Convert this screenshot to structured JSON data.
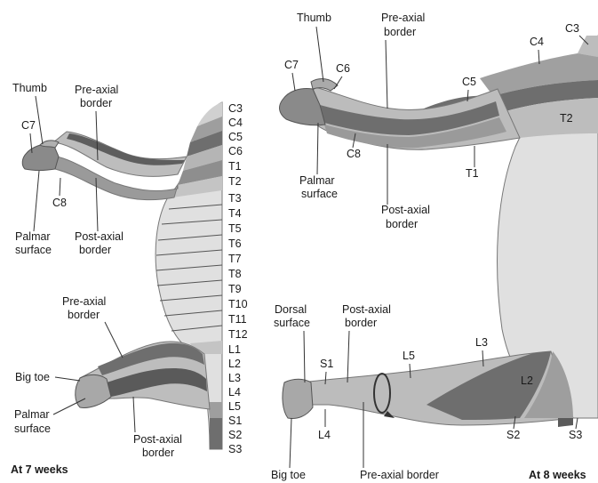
{
  "left_panel": {
    "caption": "At 7 weeks",
    "segments": [
      "C3",
      "C4",
      "C5",
      "C6",
      "T1",
      "T2",
      "T3",
      "T4",
      "T5",
      "T6",
      "T7",
      "T8",
      "T9",
      "T10",
      "T11",
      "T12",
      "L1",
      "L2",
      "L3",
      "L4",
      "L5",
      "S1",
      "S2",
      "S3"
    ],
    "labels": {
      "thumb": "Thumb",
      "c7": "C7",
      "c8": "C8",
      "pre_axial_1": "Pre-axial",
      "pre_axial_2": "border",
      "palmar_1": "Palmar",
      "palmar_2": "surface",
      "post_axial_1": "Post-axial",
      "post_axial_2": "border",
      "leg_pre_axial_1": "Pre-axial",
      "leg_pre_axial_2": "border",
      "big_toe": "Big toe",
      "leg_palmar_1": "Palmar",
      "leg_palmar_2": "surface",
      "leg_post_axial_1": "Post-axial",
      "leg_post_axial_2": "border"
    }
  },
  "right_panel": {
    "caption": "At 8 weeks",
    "labels": {
      "thumb": "Thumb",
      "pre_axial_1": "Pre-axial",
      "pre_axial_2": "border",
      "c3": "C3",
      "c4": "C4",
      "c5": "C5",
      "c6": "C6",
      "c7": "C7",
      "c8": "C8",
      "t1": "T1",
      "t2": "T2",
      "palmar_1": "Palmar",
      "palmar_2": "surface",
      "post_axial_1": "Post-axial",
      "post_axial_2": "border",
      "dorsal_1": "Dorsal",
      "dorsal_2": "surface",
      "leg_post_axial_1": "Post-axial",
      "leg_post_axial_2": "border",
      "s1": "S1",
      "l5": "L5",
      "l3": "L3",
      "l2": "L2",
      "l4": "L4",
      "s2": "S2",
      "s3": "S3",
      "big_toe": "Big toe",
      "pre_axial_border": "Pre-axial border"
    }
  },
  "colors": {
    "light": "#d9d9d9",
    "mid": "#a6a6a6",
    "dark": "#6e6e6e",
    "body": "#e3e3e3"
  }
}
